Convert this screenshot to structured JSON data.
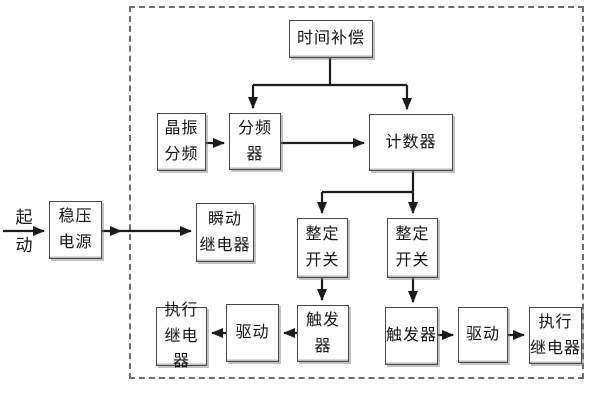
{
  "blocks": {
    "time_compensation": "时间补偿",
    "crystal_divider": "晶振\n分频",
    "frequency_divider": "分频器",
    "counter": "计数器",
    "regulated_power": "稳压\n电源",
    "instant_relay": "瞬动\n继电器",
    "setting_switch_left": "整定\n开关",
    "setting_switch_right": "整定\n开关",
    "trigger_left": "触发器",
    "drive_left": "驱动",
    "exec_relay_left": "执行\n继电器",
    "trigger_right": "触发器",
    "drive_right": "驱动",
    "exec_relay_right": "执行\n继电器"
  },
  "labels": {
    "start": "起\n动"
  },
  "colors": {
    "background": "#ffffff",
    "line": "#1c1c1c",
    "box_border": "#4a4a4a",
    "dashed_border": "#6e6e6e",
    "text": "#151515"
  }
}
